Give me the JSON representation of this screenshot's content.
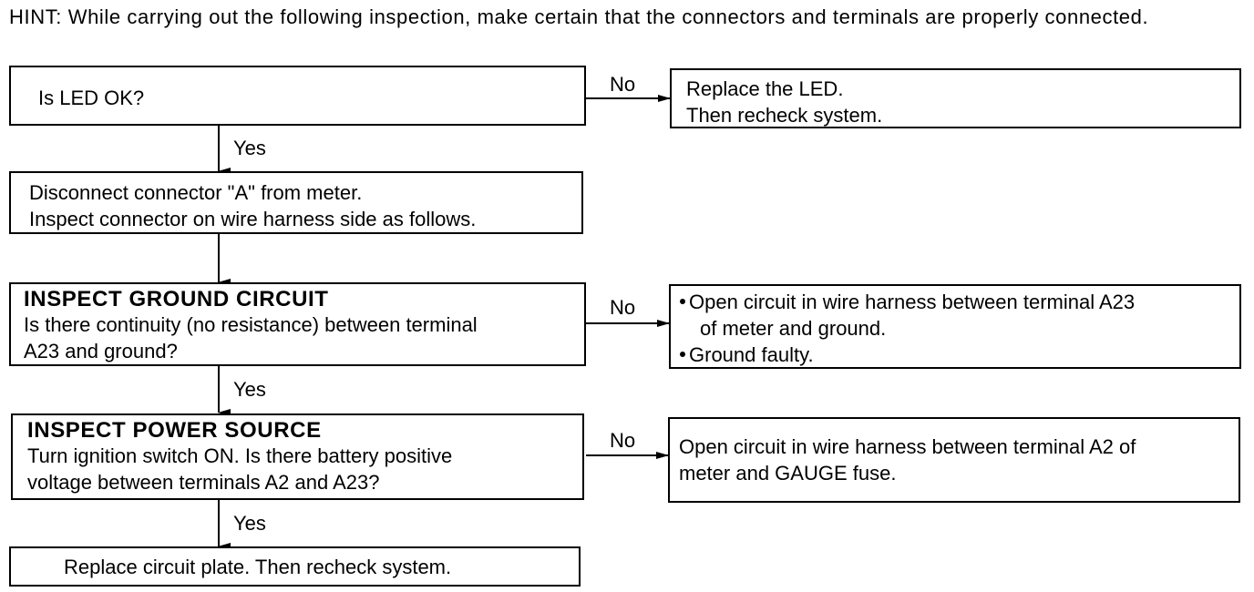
{
  "hint": "HINT: While carrying out the following inspection, make certain that the connectors and terminals are properly connected.",
  "steps": {
    "led_check": {
      "lines": [
        "Is LED OK?"
      ]
    },
    "led_replace": {
      "lines": [
        "Replace the LED.",
        "Then recheck system."
      ]
    },
    "disconnect": {
      "lines": [
        "Disconnect connector \"A\" from meter.",
        "Inspect connector on wire harness side as follows."
      ]
    },
    "ground": {
      "heading": "INSPECT GROUND CIRCUIT",
      "lines": [
        "Is there continuity (no resistance) between terminal",
        "A23 and ground?"
      ]
    },
    "ground_fault": {
      "bullets": [
        {
          "lines": [
            "Open circuit in wire harness between terminal A23",
            "of meter and ground."
          ]
        },
        {
          "lines": [
            "Ground faulty."
          ]
        }
      ]
    },
    "power": {
      "heading": "INSPECT POWER SOURCE",
      "lines": [
        "Turn ignition switch ON. Is there battery positive",
        "voltage between terminals A2 and A23?"
      ]
    },
    "power_fault": {
      "lines": [
        "Open circuit in wire harness between terminal A2 of",
        "meter and GAUGE fuse."
      ]
    },
    "replace_plate": {
      "lines": [
        "Replace circuit plate. Then recheck system."
      ]
    }
  },
  "edge_labels": {
    "no": "No",
    "yes": "Yes"
  }
}
